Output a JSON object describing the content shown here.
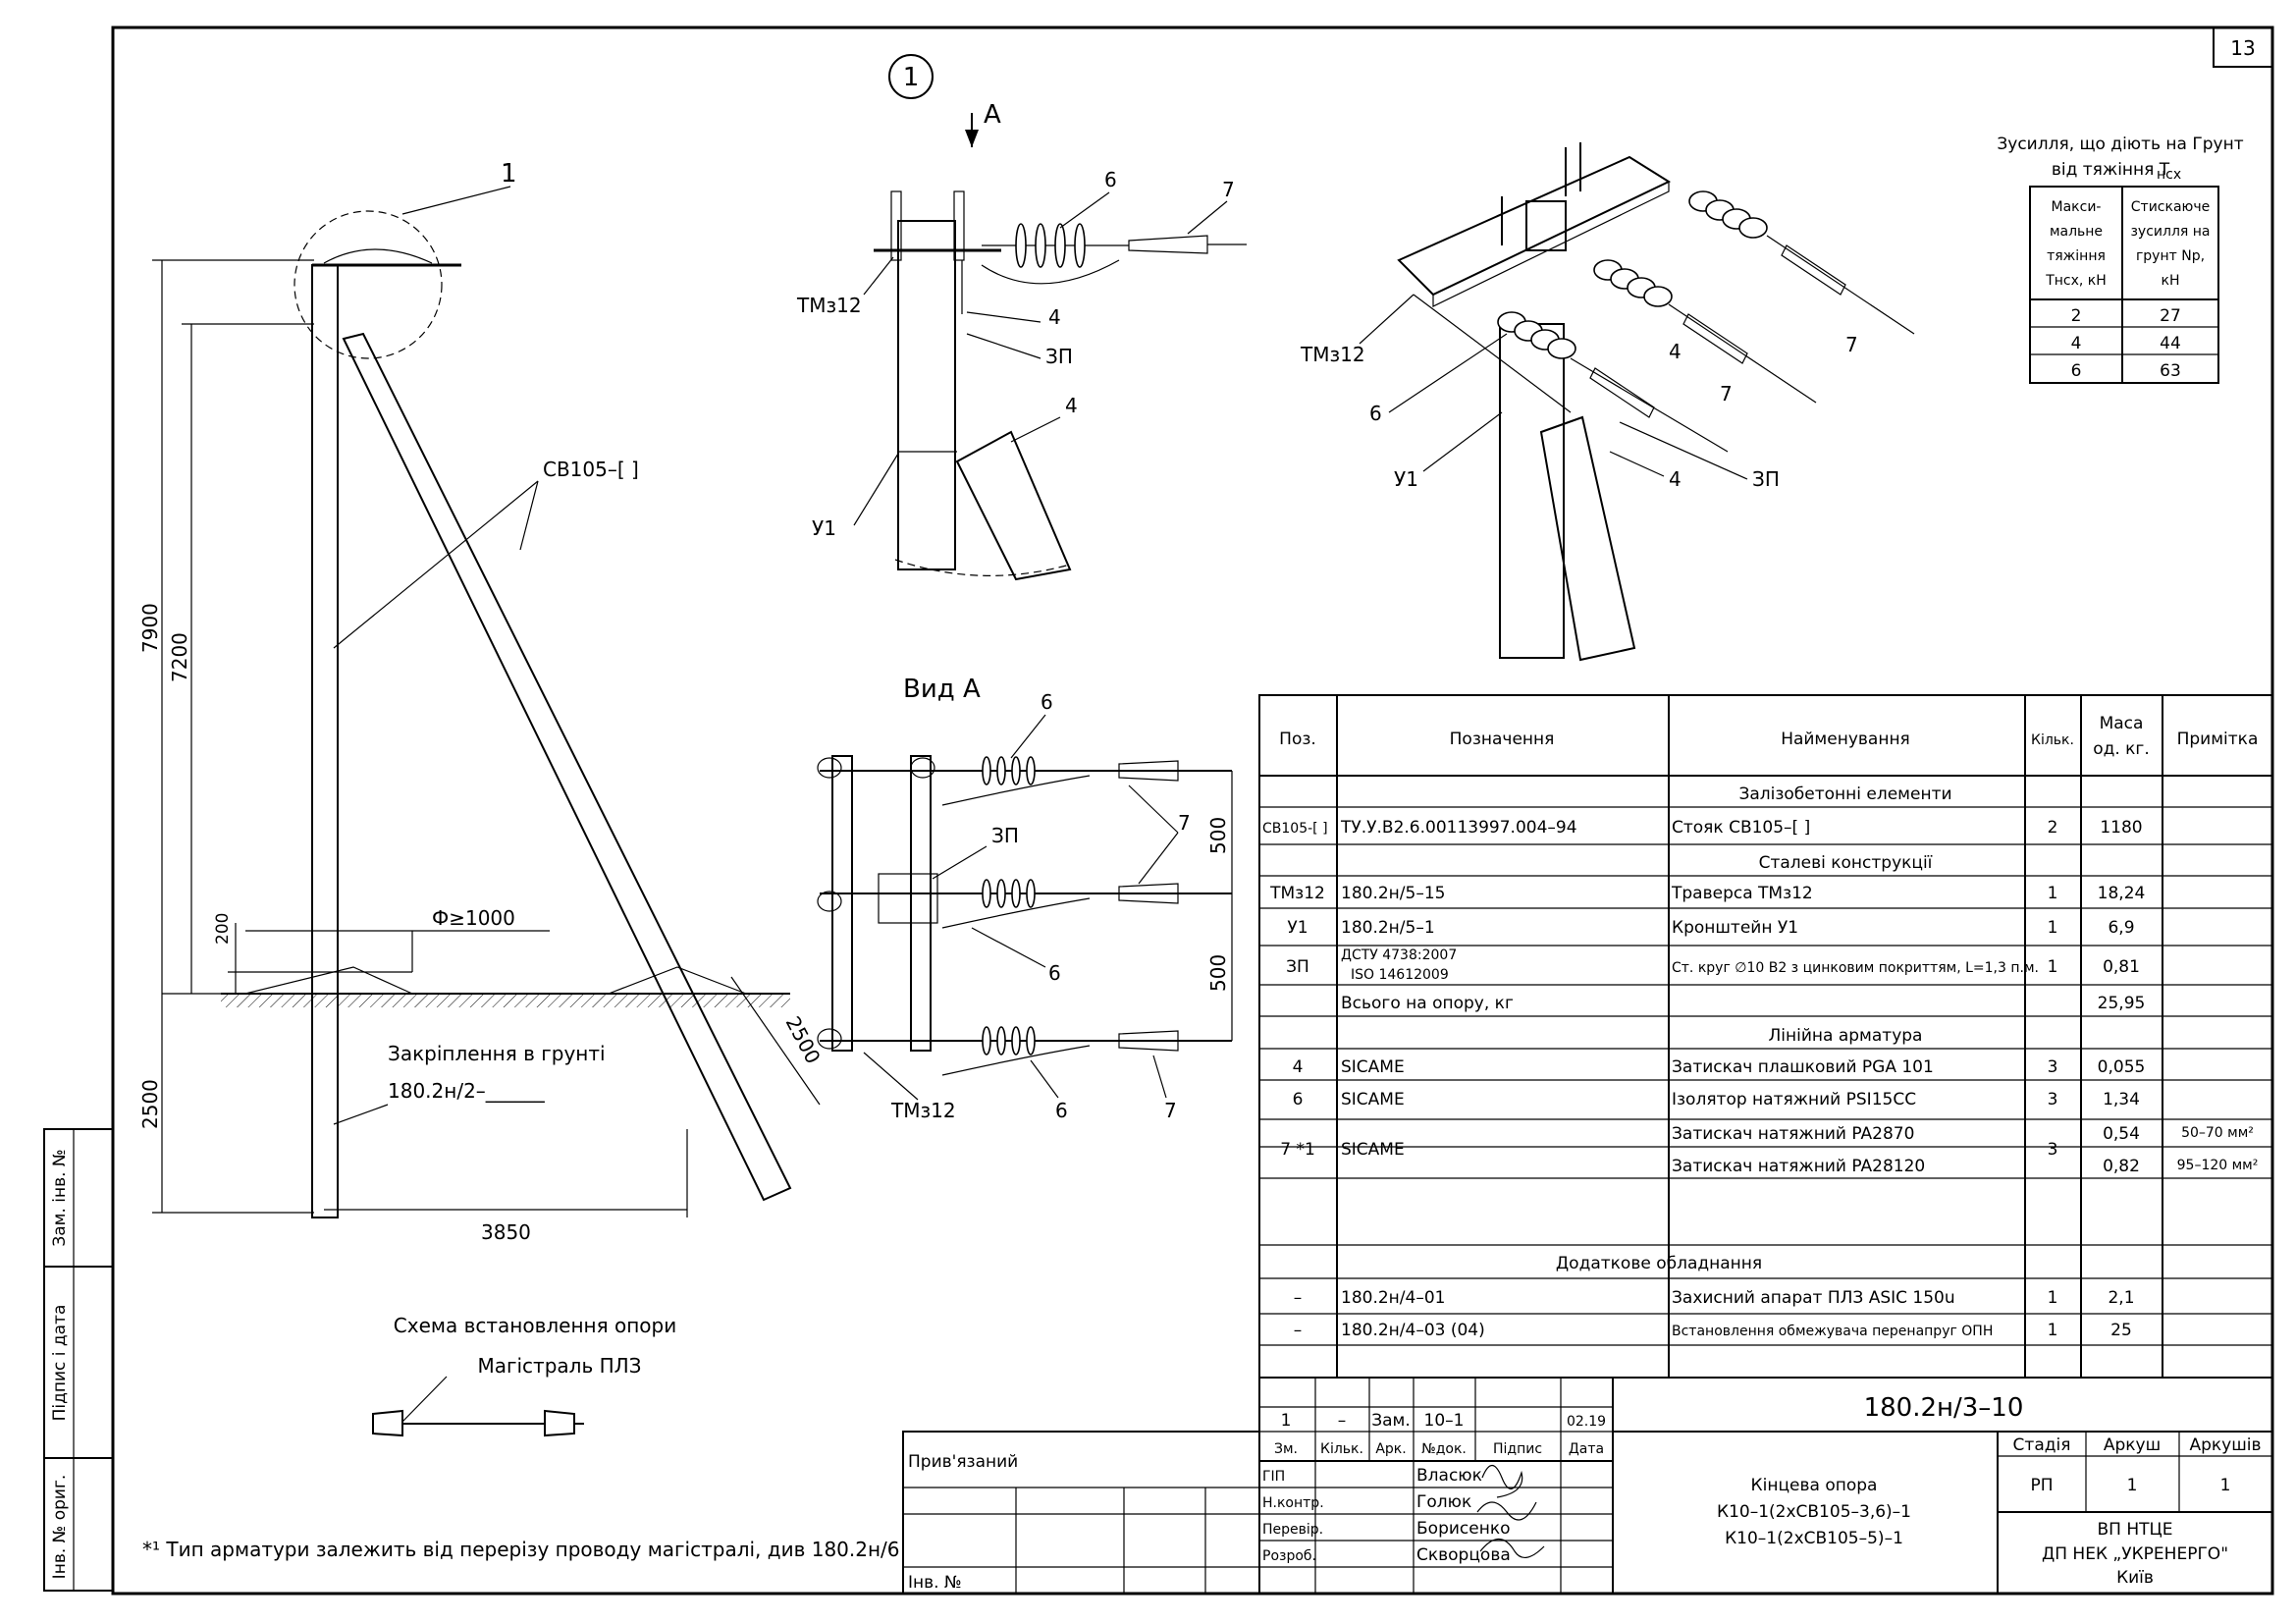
{
  "sheet_number": "13",
  "detail_marker": "1",
  "view_arrow_label": "A",
  "view_a_title": "Вид А",
  "main_view": {
    "leader_1": "1",
    "pole_label": "СВ105–[   ]",
    "dim_7900": "7900",
    "dim_7200": "7200",
    "dim_2500": "2500",
    "dim_200": "200",
    "dim_3850": "3850",
    "dim_2500_strut": "2500",
    "dim_diameter": "Ф≥1000",
    "fixing_label": "Закріплення в грунті",
    "fixing_ref": "180.2н/2–______"
  },
  "detail_labels": {
    "tmz12": "ТМз12",
    "u1": "У1",
    "zp": "ЗП",
    "p4": "4",
    "p6": "6",
    "p7": "7"
  },
  "view_a_dims": {
    "d500a": "500",
    "d500b": "500"
  },
  "scheme": {
    "title": "Схема встановлення опори",
    "line_label": "Магістраль ПЛЗ"
  },
  "footnote": "*¹ Тип арматури залежить від перерізу проводу магістралі, див 180.2н/6",
  "force_table": {
    "title_line1": "Зусилля, що діють на Грунт",
    "title_line2": "від тяжіння Т",
    "title_sub": "нсх",
    "headers": [
      "Макси-\nмальне\nтяжіння\nТнсх, кН",
      "Стискаюче\nзусилля на\nгрунт Nр,\nкН"
    ],
    "rows": [
      [
        "2",
        "27"
      ],
      [
        "4",
        "44"
      ],
      [
        "6",
        "63"
      ]
    ]
  },
  "spec_table": {
    "headers": [
      "Поз.",
      "Позначення",
      "Найменування",
      "Кільк.",
      "Маса\nод. кг.",
      "Примітка"
    ],
    "sections": {
      "reinforced": "Залізобетонні елементи",
      "steel": "Сталеві конструкції",
      "fittings": "Лінійна арматура",
      "extra": "Додаткове обладнання"
    },
    "rows": [
      {
        "pos": "СВ105-[  ]",
        "des": "ТУ.У.В2.6.00113997.004–94",
        "name": "Стояк СВ105–[         ]",
        "qty": "2",
        "mass": "1180",
        "note": ""
      },
      {
        "pos": "ТМз12",
        "des": "180.2н/5–15",
        "name": "Траверса ТМз12",
        "qty": "1",
        "mass": "18,24",
        "note": ""
      },
      {
        "pos": "У1",
        "des": "180.2н/5–1",
        "name": "Кронштейн У1",
        "qty": "1",
        "mass": "6,9",
        "note": ""
      },
      {
        "pos": "ЗП",
        "des": "ДСТУ 4738:2007",
        "des2": "ISO 14612009",
        "name": "Ст. круг ∅10 В2 з цинковим покриттям, L=1,3 п.м.",
        "qty": "1",
        "mass": "0,81",
        "note": ""
      },
      {
        "pos": "",
        "des": "Всього на опору, кг",
        "name": "",
        "qty": "",
        "mass": "25,95",
        "note": ""
      },
      {
        "pos": "4",
        "des": "SICAME",
        "name": "Затискач плашковий PGA 101",
        "qty": "3",
        "mass": "0,055",
        "note": ""
      },
      {
        "pos": "6",
        "des": "SICAME",
        "name": "Ізолятор натяжний PSI15CC",
        "qty": "3",
        "mass": "1,34",
        "note": ""
      },
      {
        "pos": "7 *1",
        "des": "SICAME",
        "name": "Затискач натяжний PA2870",
        "name2": "Затискач натяжний PA28120",
        "qty": "3",
        "mass": "0,54",
        "mass2": "0,82",
        "note": "50–70 мм²",
        "note2": "95–120 мм²"
      },
      {
        "pos": "–",
        "des": "180.2н/4–01",
        "name": "Захисний апарат ПЛЗ ASIC 150u",
        "qty": "1",
        "mass": "2,1",
        "note": ""
      },
      {
        "pos": "–",
        "des": "180.2н/4–03 (04)",
        "name": "Встановлення обмежувача перенапруг ОПН",
        "qty": "1",
        "mass": "25",
        "note": ""
      }
    ]
  },
  "title_block": {
    "doc_code": "180.2н/3–10",
    "rev_row": [
      "1",
      "–",
      "Зам.",
      "10–1",
      "",
      "02.19"
    ],
    "rev_headers": [
      "Зм.",
      "Кільк.",
      "Арк.",
      "№док.",
      "Підпис",
      "Дата"
    ],
    "people": [
      [
        "ГІП",
        "Власюк"
      ],
      [
        "Н.контр.",
        "Голюк"
      ],
      [
        "Перевір.",
        "Борисенко"
      ],
      [
        "Розроб.",
        "Скворцова"
      ]
    ],
    "title_l1": "Кінцева опора",
    "title_l2": "К10–1(2хСВ105–3,6)–1",
    "title_l3": "К10–1(2хСВ105–5)–1",
    "stage_header": "Стадія",
    "sheet_header": "Аркуш",
    "sheets_header": "Аркушів",
    "stage": "РП",
    "sheet": "1",
    "sheets": "1",
    "org_l1": "ВП НТЦЕ",
    "org_l2": "ДП НЕК „УКРЕНЕРГО\"",
    "org_l3": "Київ",
    "attached": "Прив'язаний",
    "inv_no": "Інв. №"
  },
  "side_stamp": [
    "Інв. № ориг.",
    "Підпис і дата",
    "Зам. інв. №"
  ]
}
